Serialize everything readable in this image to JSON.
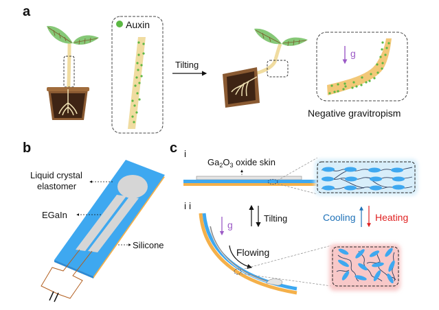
{
  "colors": {
    "leaf": "#86c877",
    "leaf_vein": "#7a5a2a",
    "stem": "#f0dca0",
    "stem_bent": "#f2c878",
    "pot_outer": "#8a5a32",
    "pot_rim": "#a06c3c",
    "soil": "#3e2414",
    "root": "#f0e2b4",
    "auxin": "#5cb844",
    "gravity": "#9b59c6",
    "lce_blue": "#3ea8f0",
    "silicone_orange": "#f4b04a",
    "egain_gray": "#d6d6d6",
    "wire": "#b25e1e",
    "cooling": "#1f72b8",
    "heating": "#e02020",
    "aligned_bg": "#d8eefa",
    "disordered_bg": "#f8c8c8",
    "mesogen": "#3ea8f0",
    "chain": "#2a3a5a"
  },
  "panel_a": {
    "label": "a",
    "auxin_legend": "Auxin",
    "tilt_label": "Tilting",
    "gravity_label": "g",
    "caption": "Negative gravitropism"
  },
  "panel_b": {
    "label": "b",
    "lce_line1": "Liquid crystal",
    "lce_line2": "elastomer",
    "egain_label": "EGaIn",
    "silicone_label": "Silicone"
  },
  "panel_c": {
    "label": "c",
    "sub_i": "i",
    "sub_ii": "i i",
    "oxide_prefix": "Ga",
    "oxide_sub1": "2",
    "oxide_mid": "O",
    "oxide_sub2": "3",
    "oxide_suffix": " oxide skin",
    "tilting_label": "Tilting",
    "gravity_label": "g",
    "flowing_label": "Flowing",
    "cooling_label": "Cooling",
    "heating_label": "Heating"
  }
}
